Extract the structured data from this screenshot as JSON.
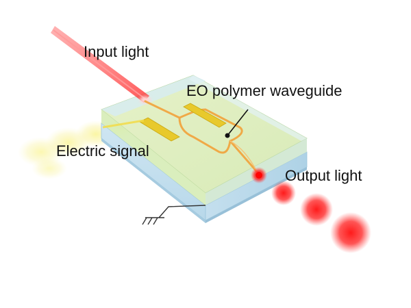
{
  "labels": {
    "input_light": "Input light",
    "eo_waveguide": "EO polymer waveguide",
    "electric_signal": "Electric signal",
    "output_light": "Output light"
  },
  "icons": {
    "ground": "ground-symbol-icon"
  },
  "colors": {
    "laser_red": "#ff2a2a",
    "signal_yellow": "#f5e84a",
    "waveguide_orange": "#f2a23a",
    "electrode_gold": "#e8c92c",
    "chip_top": "#dfeec0",
    "glass_blue": "#d4ecf6"
  }
}
